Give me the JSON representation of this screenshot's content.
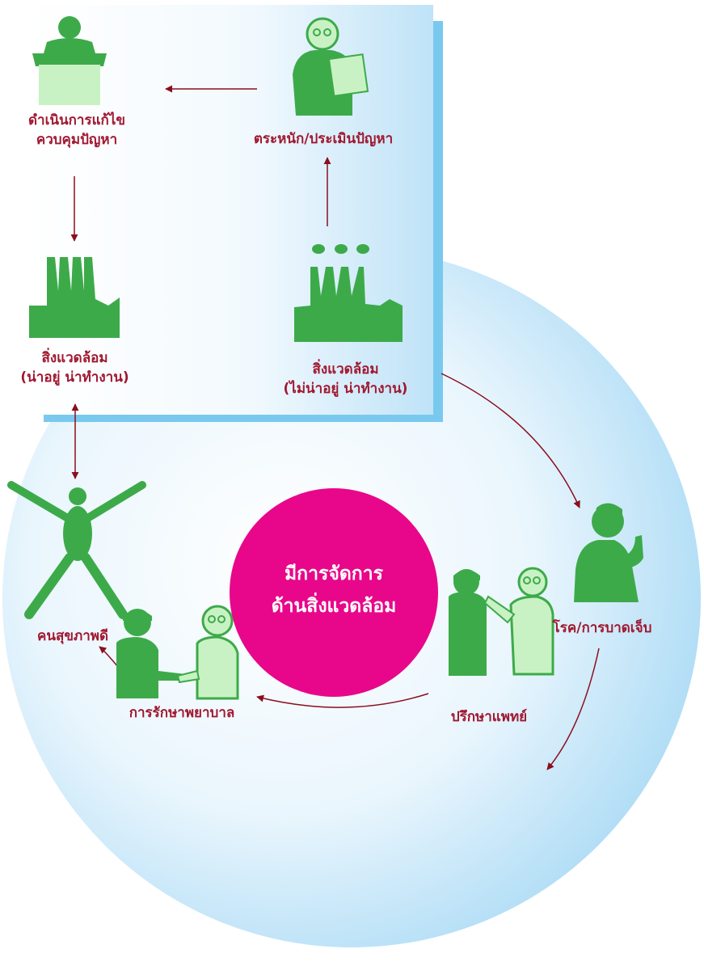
{
  "center": {
    "line1": "มีการจัดการ",
    "line2": "ด้านสิ่งแวดล้อม"
  },
  "nodes": {
    "control": {
      "line1": "ดำเนินการแก้ไข",
      "line2": "ควบคุมปัญหา",
      "icon": "podium-speaker-icon"
    },
    "assess": {
      "line1": "ตระหนัก/ประเมินปัญหา",
      "icon": "inspector-clipboard-icon"
    },
    "good_env": {
      "line1": "สิ่งแวดล้อม",
      "line2": "(น่าอยู่ น่าทำงาน)",
      "icon": "factory-clean-icon"
    },
    "bad_env": {
      "line1": "สิ่งแวดล้อม",
      "line2": "(ไม่น่าอยู่ น่าทำงาน)",
      "icon": "factory-polluting-icon"
    },
    "healthy": {
      "line1": "คนสุขภาพดี",
      "icon": "healthy-person-icon"
    },
    "illness": {
      "line1": "โรค/การบาดเจ็บ",
      "icon": "sick-worker-icon"
    },
    "consult": {
      "line1": "ปรึกษาแพทย์",
      "icon": "doctor-consult-icon"
    },
    "treatment": {
      "line1": "การรักษาพยาบาล",
      "icon": "handshake-treatment-icon"
    }
  },
  "colors": {
    "label": "#a01830",
    "icon_green": "#3daa4a",
    "icon_light": "#c9f2c4",
    "arrow": "#8b0e1e",
    "center_circle": "#e8078a",
    "panel_shadow": "#79c9ee",
    "circle_edge": "#b3def5"
  }
}
